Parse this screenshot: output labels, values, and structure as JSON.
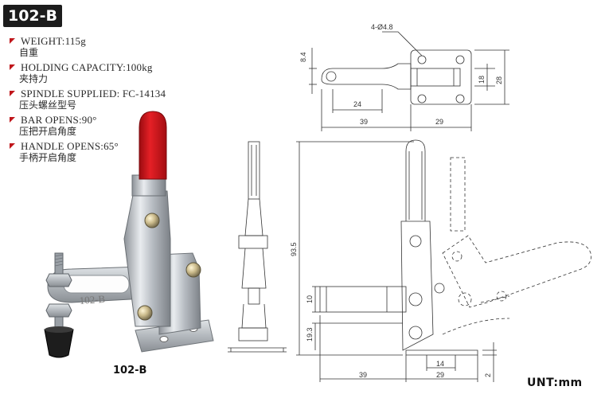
{
  "header": {
    "model": "102-B"
  },
  "specs": [
    {
      "en": "WEIGHT:115g",
      "cn": "自重"
    },
    {
      "en": "HOLDING CAPACITY:100kg",
      "cn": "夹持力"
    },
    {
      "en": "SPINDLE SUPPLIED:  FC-14134",
      "cn": "压头螺丝型号"
    },
    {
      "en": "BAR OPENS:90°",
      "cn": "压把开启角度"
    },
    {
      "en": "HANDLE OPENS:65°",
      "cn": "手柄开启角度"
    }
  ],
  "photo": {
    "caption": "102-B",
    "engraving": "102-B"
  },
  "drawing": {
    "top_view": {
      "hole_callout": "4-Ø4.8",
      "dim_height": "8.4",
      "dim_bar": "24",
      "dim_left": "39",
      "dim_right": "29",
      "dim_inner": "18",
      "dim_outer": "28"
    },
    "side_view": {
      "dim_total": "93.5",
      "dim_spindle": "10",
      "dim_base": "19.3",
      "dim_left": "39",
      "dim_right": "29",
      "dim_hole": "14",
      "dim_thick": "2"
    }
  },
  "footer": {
    "unit": "UNT:mm"
  },
  "colors": {
    "handle_red": "#d4141a",
    "badge_bg": "#1c1c1c",
    "bullet_red": "#c0161b"
  }
}
